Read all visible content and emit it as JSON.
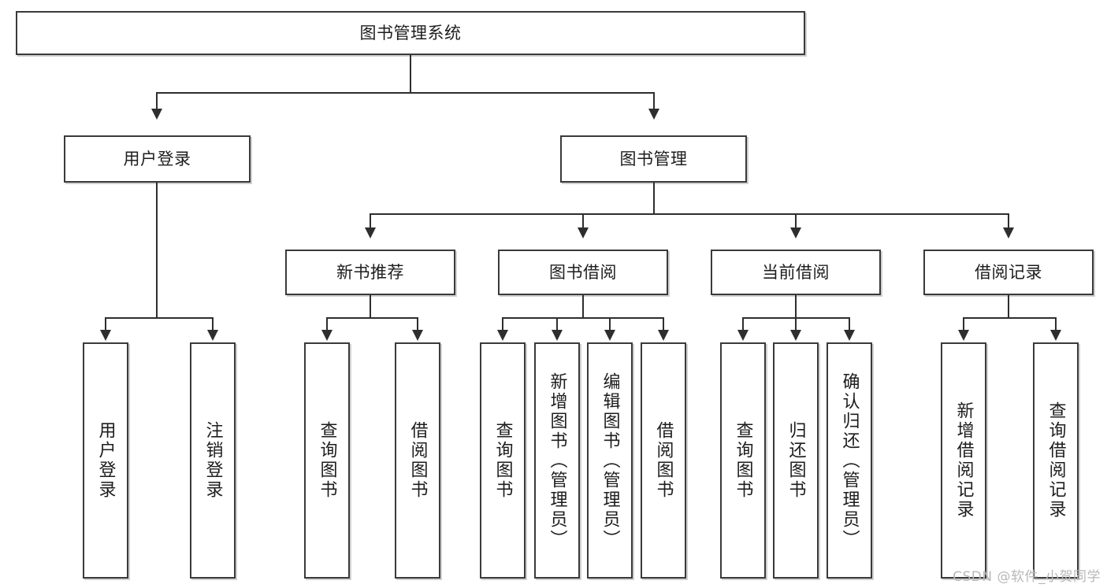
{
  "diagram": {
    "title": "图书管理系统",
    "root": {
      "id": "root",
      "label": "图书管理系统"
    },
    "level2": [
      {
        "id": "user-login",
        "label": "用户登录"
      },
      {
        "id": "book-manage",
        "label": "图书管理"
      }
    ],
    "level3": [
      {
        "id": "new-book-recommend",
        "label": "新书推荐"
      },
      {
        "id": "book-borrow",
        "label": "图书借阅"
      },
      {
        "id": "current-borrow",
        "label": "当前借阅"
      },
      {
        "id": "borrow-record",
        "label": "借阅记录"
      }
    ],
    "leaves": {
      "user_login": [
        {
          "id": "leaf-user-login",
          "label": "用户登录"
        },
        {
          "id": "leaf-user-logout",
          "label": "注销登录"
        }
      ],
      "new_book_recommend": [
        {
          "id": "leaf-query-book-1",
          "label": "查询图书"
        },
        {
          "id": "leaf-borrow-book-1",
          "label": "借阅图书"
        }
      ],
      "book_borrow": [
        {
          "id": "leaf-query-book-2",
          "label": "查询图书"
        },
        {
          "id": "leaf-add-book",
          "label": "新增图书（管理员）"
        },
        {
          "id": "leaf-edit-book",
          "label": "编辑图书（管理员）"
        },
        {
          "id": "leaf-borrow-book-2",
          "label": "借阅图书"
        }
      ],
      "current_borrow": [
        {
          "id": "leaf-query-book-3",
          "label": "查询图书"
        },
        {
          "id": "leaf-return-book",
          "label": "归还图书"
        },
        {
          "id": "leaf-confirm-return",
          "label": "确认归还（管理员）"
        }
      ],
      "borrow_record": [
        {
          "id": "leaf-add-record",
          "label": "新增借阅记录"
        },
        {
          "id": "leaf-query-record",
          "label": "查询借阅记录"
        }
      ]
    }
  },
  "watermark": {
    "text": "CSDN @软件_小贺同学"
  },
  "colors": {
    "border": "#3a3a3a",
    "line": "#2e2e2e",
    "background": "#ffffff",
    "text": "#1d1d1d",
    "watermark": "#b8b8b8"
  }
}
